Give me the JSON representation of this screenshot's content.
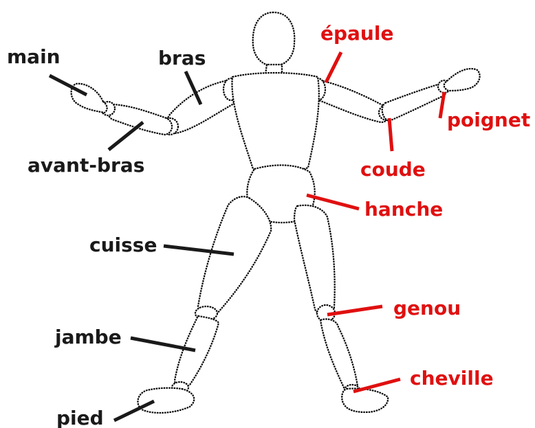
{
  "colors": {
    "black_label": "#1a1a1a",
    "red_label": "#e01010",
    "outline": "#000000"
  },
  "labels": {
    "main": "main",
    "bras": "bras",
    "avant_bras": "avant-bras",
    "cuisse": "cuisse",
    "jambe": "jambe",
    "pied": "pied",
    "epaule": "épaule",
    "poignet": "poignet",
    "coude": "coude",
    "hanche": "hanche",
    "genou": "genou",
    "cheville": "cheville"
  }
}
